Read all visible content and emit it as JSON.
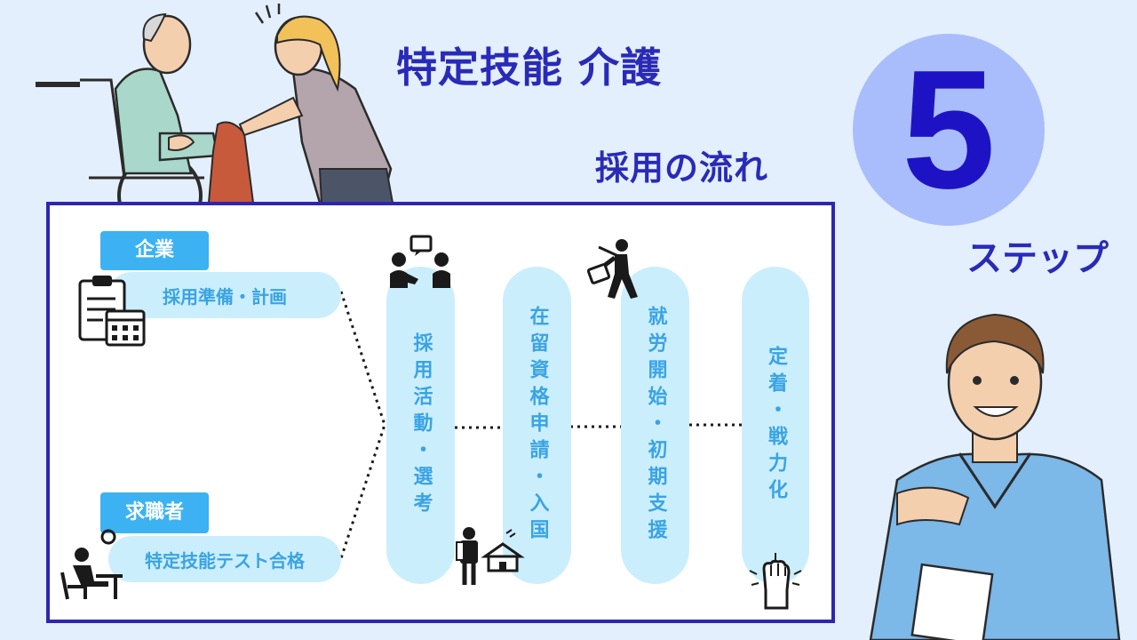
{
  "header": {
    "title": "特定技能 介護",
    "subtitle": "採用の流れ",
    "step_number": "5",
    "step_label": "ステップ"
  },
  "left": {
    "company_tag": "企業",
    "company_step": "採用準備・計画",
    "jobseeker_tag": "求職者",
    "jobseeker_step": "特定技能テスト合格"
  },
  "flow": {
    "steps": [
      "採用活動・選考",
      "在留資格申請・入国",
      "就労開始・初期支援",
      "定着・戦力化"
    ]
  },
  "colors": {
    "title": "#2a2ab8",
    "frame": "#2e26ad",
    "circle": "#a9bdfc",
    "tag": "#3db2f2",
    "pill": "#cbeefc",
    "pill_text": "#3aa3e4"
  }
}
